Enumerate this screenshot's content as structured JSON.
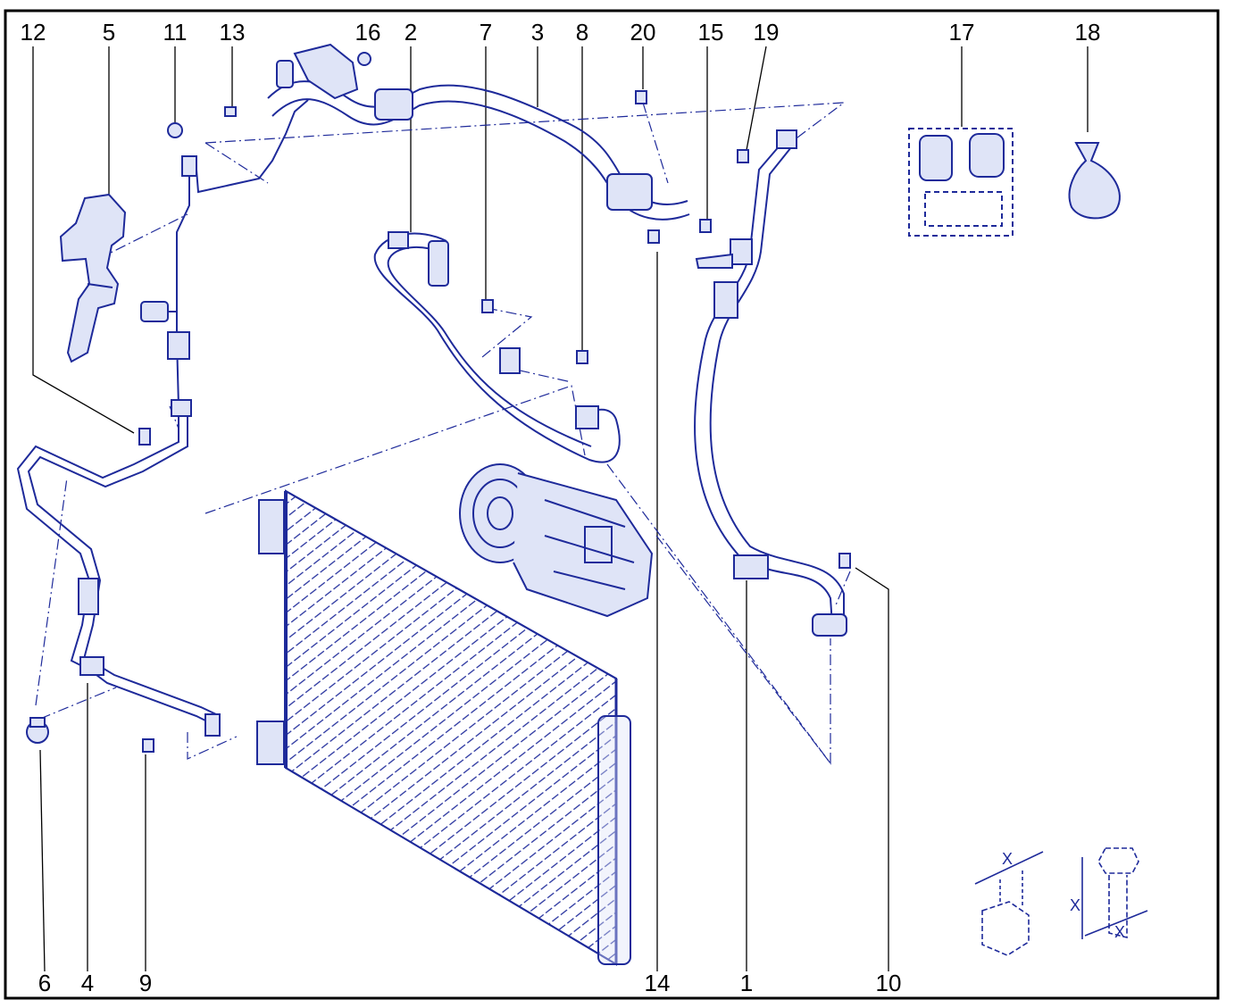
{
  "colors": {
    "ink": "#1e2a9a",
    "fill": "#dfe4f7",
    "label": "#000000",
    "frame": "#000000"
  },
  "callouts_top": [
    {
      "id": "c12",
      "label": "12"
    },
    {
      "id": "c5",
      "label": "5"
    },
    {
      "id": "c11",
      "label": "11"
    },
    {
      "id": "c13",
      "label": "13"
    },
    {
      "id": "c16",
      "label": "16"
    },
    {
      "id": "c2",
      "label": "2"
    },
    {
      "id": "c7",
      "label": "7"
    },
    {
      "id": "c3",
      "label": "3"
    },
    {
      "id": "c8",
      "label": "8"
    },
    {
      "id": "c20",
      "label": "20"
    },
    {
      "id": "c15",
      "label": "15"
    },
    {
      "id": "c19",
      "label": "19"
    },
    {
      "id": "c17",
      "label": "17"
    },
    {
      "id": "c18",
      "label": "18"
    }
  ],
  "callouts_bottom": [
    {
      "id": "c6",
      "label": "6"
    },
    {
      "id": "c4",
      "label": "4"
    },
    {
      "id": "c9",
      "label": "9"
    },
    {
      "id": "c14",
      "label": "14"
    },
    {
      "id": "c1",
      "label": "1"
    },
    {
      "id": "c10",
      "label": "10"
    }
  ],
  "tightening_detail": {
    "dimension_label": "X"
  }
}
